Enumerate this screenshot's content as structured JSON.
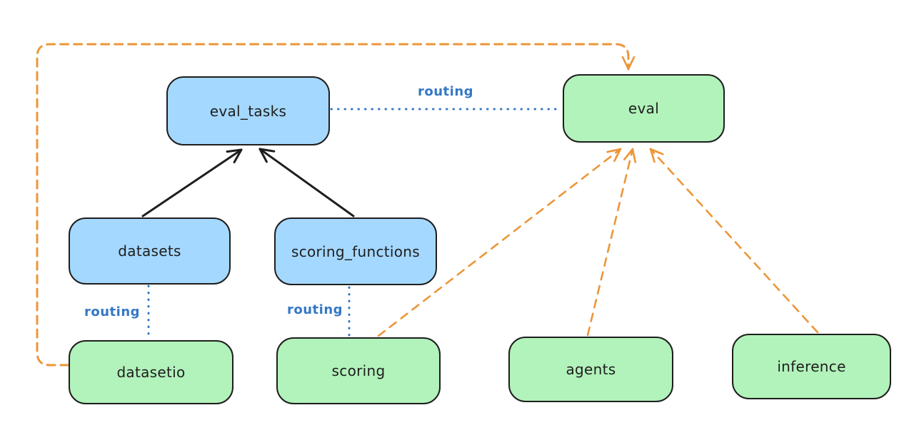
{
  "diagram": {
    "nodes": {
      "eval_tasks": "eval_tasks",
      "eval": "eval",
      "datasets": "datasets",
      "scoring_functions": "scoring_functions",
      "datasetio": "datasetio",
      "scoring": "scoring",
      "agents": "agents",
      "inference": "inference"
    },
    "edge_labels": {
      "eval_tasks_to_eval": "routing",
      "datasets_to_datasetio": "routing",
      "scoring_functions_to_scoring": "routing"
    },
    "colors": {
      "background": "#ffffff",
      "api_node_fill": "#a5d8ff",
      "provider_node_fill": "#b2f2bb",
      "node_border": "#1e1e1e",
      "routing_edge": "#3478c6",
      "dependency_edge": "#ec9639",
      "inheritance_edge": "#1e1e1e"
    }
  }
}
